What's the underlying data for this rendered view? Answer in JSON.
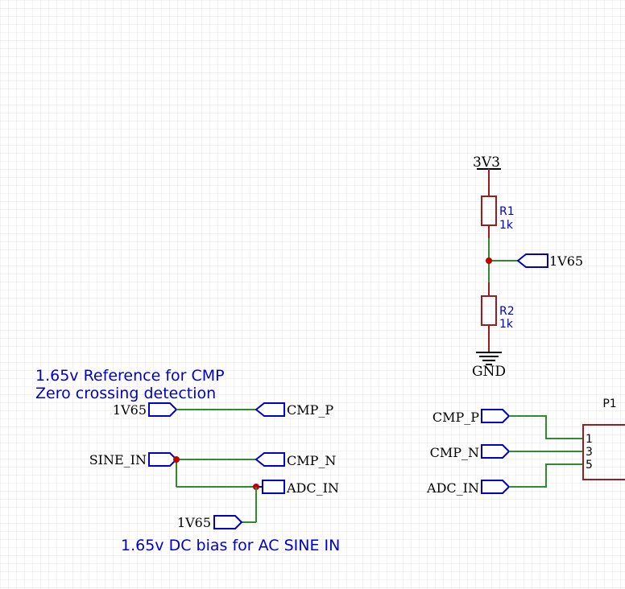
{
  "colors": {
    "grid": "#e6e6e6",
    "wire": "#2e8b2e",
    "component": "#9b1c1c",
    "label_blue": "#0000c8",
    "pin_outline": "#0000c8",
    "net_text": "#000000",
    "junction": "#c00000",
    "pin_numbers": "#000000"
  },
  "power": {
    "vcc_label": "3V3",
    "gnd_label": "GND"
  },
  "resistors": [
    {
      "ref": "R1",
      "value": "1k"
    },
    {
      "ref": "R2",
      "value": "1k"
    }
  ],
  "net_labels": {
    "divider_out": "1V65",
    "ref_in": "1V65",
    "sine_in": "SINE_IN",
    "cmp_p_left": "CMP_P",
    "cmp_n_left": "CMP_N",
    "adc_in_left": "ADC_IN",
    "bias_in": "1V65",
    "cmp_p_right": "CMP_P",
    "cmp_n_right": "CMP_N",
    "adc_in_right": "ADC_IN"
  },
  "notes": {
    "ref_line1": "1.65v Reference for CMP",
    "ref_line2": "Zero crossing detection",
    "bias": "1.65v DC bias for AC SINE IN"
  },
  "connector": {
    "ref": "P1",
    "pins": [
      "1",
      "3",
      "5"
    ]
  }
}
